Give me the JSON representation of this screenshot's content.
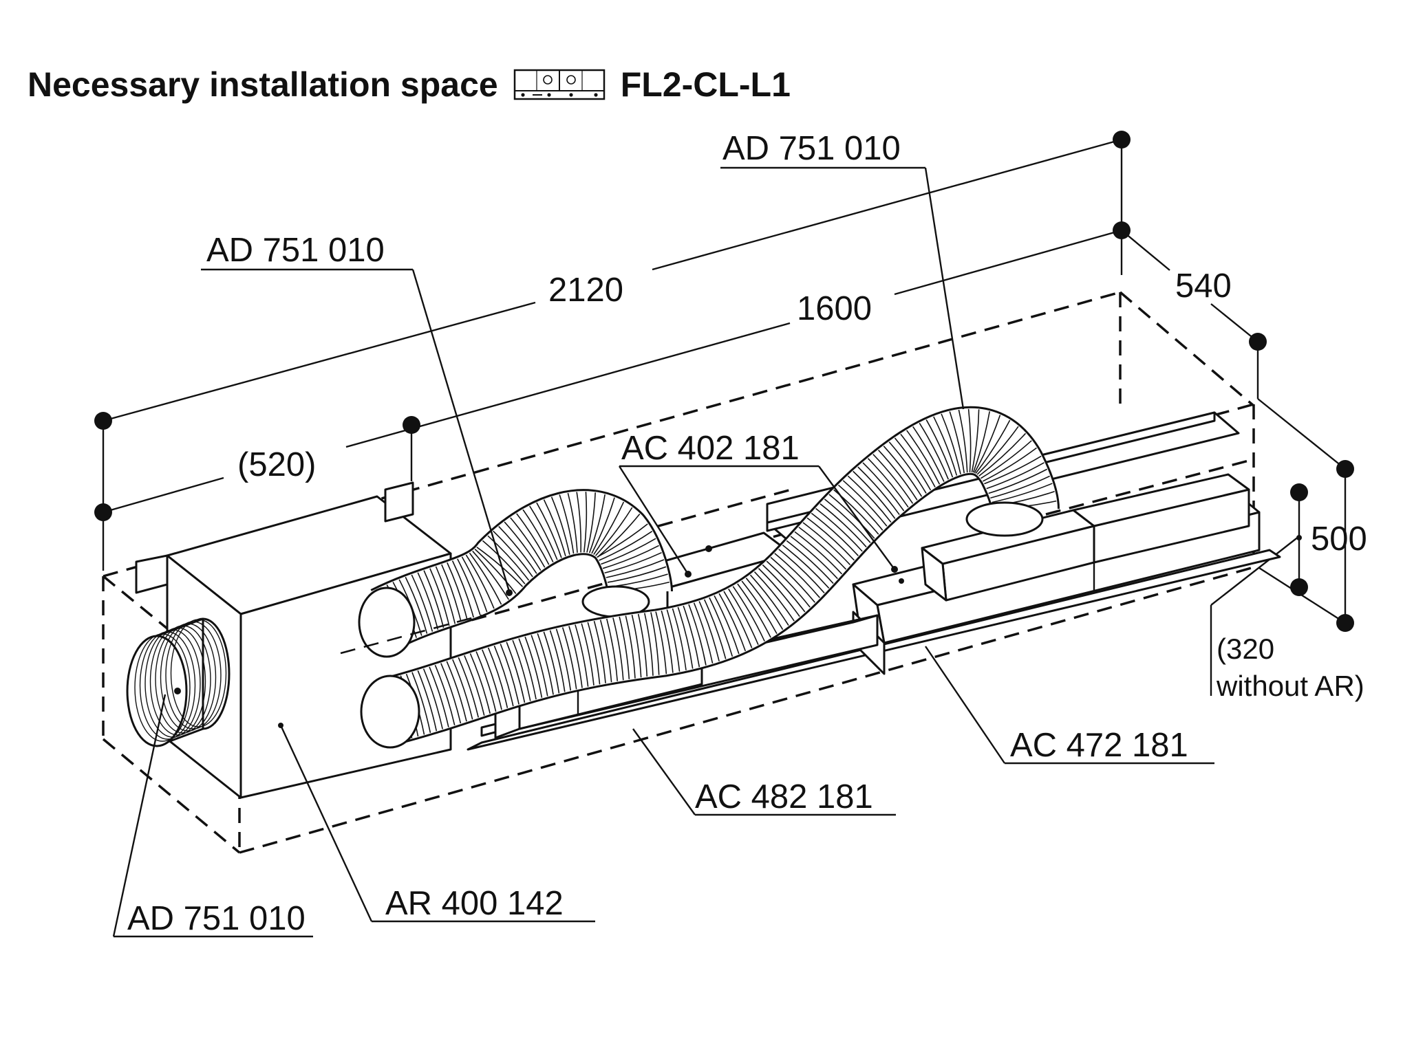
{
  "title": "Necessary installation space",
  "model": "FL2-CL-L1",
  "hob_icon": "hob-two-zone-icon",
  "dimensions": {
    "overall_length": "2120",
    "hob_length": "1600",
    "module_width": "(520)",
    "depth": "540",
    "height": "500",
    "height_note_line1": "(320",
    "height_note_line2": "without AR)"
  },
  "parts": {
    "hose_top_right": "AD 751 010",
    "hose_top_left": "AD 751 010",
    "hose_bottom_left": "AD 751 010",
    "module_box": "AR 400 142",
    "channel_top": "AC 402 181",
    "channel_front_mid": "AC 482 181",
    "channel_front_right": "AC 472 181"
  }
}
